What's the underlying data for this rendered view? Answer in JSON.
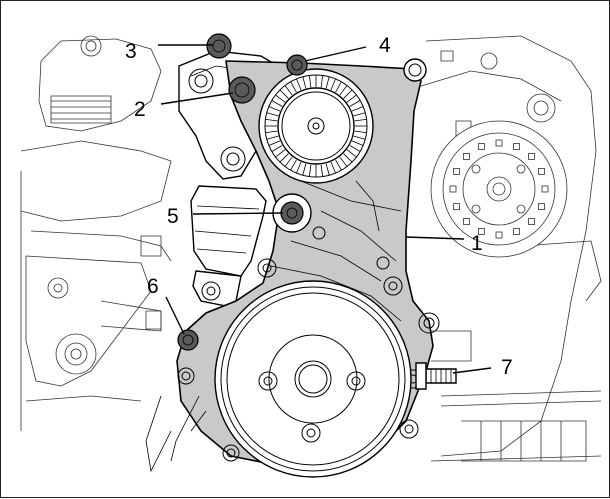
{
  "callouts": {
    "1": "1",
    "2": "2",
    "3": "3",
    "4": "4",
    "5": "5",
    "6": "6",
    "7": "7"
  },
  "colors": {
    "cover_fill": "#c9c9c9",
    "bolt_fill": "#5a5a5a",
    "line": "#000000",
    "background": "#ffffff"
  }
}
